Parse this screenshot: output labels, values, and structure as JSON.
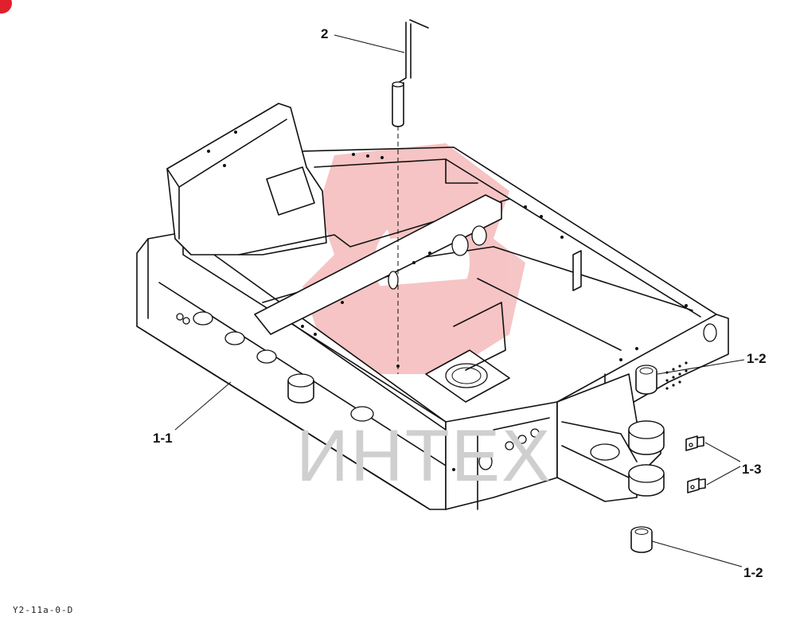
{
  "diagram": {
    "callouts": [
      {
        "id": "2",
        "label": "2"
      },
      {
        "id": "1-1",
        "label": "1-1"
      },
      {
        "id": "1-2a",
        "label": "1-2"
      },
      {
        "id": "1-3",
        "label": "1-3"
      },
      {
        "id": "1-2b",
        "label": "1-2"
      }
    ],
    "drawing_code": "Y2-11a-0-D",
    "watermark": {
      "text": "ИНТЕХ",
      "color": "#e03030"
    },
    "corner_badge_color": "#e0202c"
  }
}
